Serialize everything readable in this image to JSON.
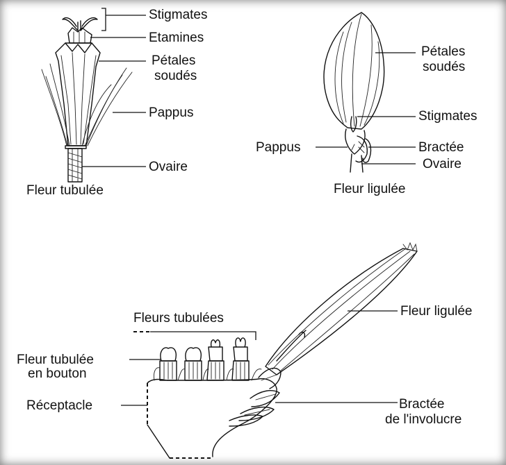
{
  "tubular_flower": {
    "caption": "Fleur tubulée",
    "labels": {
      "stigmas": "Stigmates",
      "stamens": "Etamines",
      "fused_petals_line1": "Pétales",
      "fused_petals_line2": "soudés",
      "pappus": "Pappus",
      "ovary": "Ovaire"
    }
  },
  "ligulate_flower": {
    "caption": "Fleur ligulée",
    "labels": {
      "fused_petals_line1": "Pétales",
      "fused_petals_line2": "soudés",
      "stigmas": "Stigmates",
      "pappus": "Pappus",
      "bract": "Bractée",
      "ovary": "Ovaire"
    }
  },
  "capitulum": {
    "labels": {
      "tubular_flowers": "Fleurs tubulées",
      "ligulate_flower": "Fleur ligulée",
      "tubular_bud_line1": "Fleur tubulée",
      "tubular_bud_line2": "en bouton",
      "receptacle": "Réceptacle",
      "involucral_bract_line1": "Bractée",
      "involucral_bract_line2": "de l'involucre"
    }
  }
}
